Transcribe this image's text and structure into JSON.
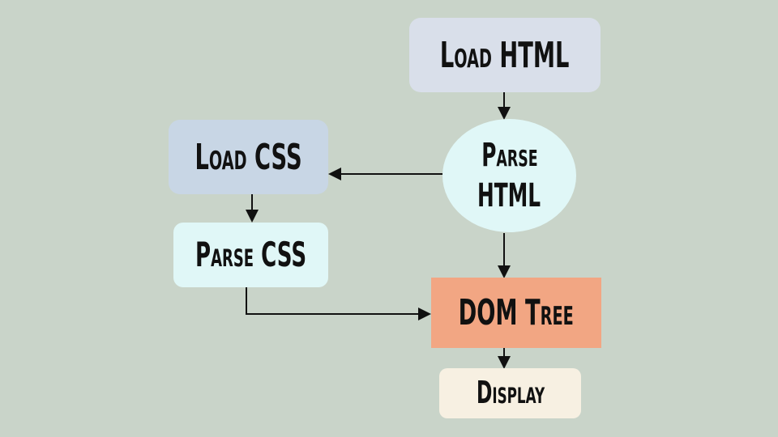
{
  "nodes": {
    "load_html": "Load HTML",
    "parse_html_line1": "Parse",
    "parse_html_line2": "HTML",
    "load_css": "Load CSS",
    "parse_css": "Parse CSS",
    "dom_tree": "DOM Tree",
    "display": "Display"
  },
  "colors": {
    "background": "#c9d4c9",
    "load_html": "#d9dfea",
    "parse_html": "#e0f7f7",
    "load_css": "#c8d6e5",
    "parse_css": "#e0f7f7",
    "dom_tree": "#f2a683",
    "display": "#f7f0e2"
  }
}
